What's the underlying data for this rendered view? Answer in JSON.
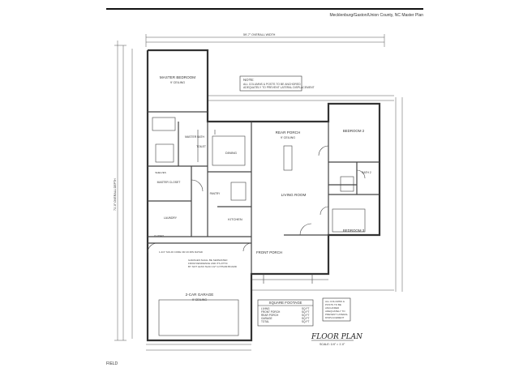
{
  "header": {
    "title": "Mecklenburg/Gaston/Union County, NC Master Plan"
  },
  "footer": {
    "code": "FIELD"
  },
  "watermark": "",
  "plan": {
    "overall_width": "59'-7\" OVERALL WIDTH",
    "overall_depth": "71'-0\" OVERALL DEPTH",
    "rooms": {
      "master_bedroom": "MASTER BEDROOM",
      "master_bedroom_ceiling": "9' CEILING",
      "master_bath": "MASTER BATH",
      "master_closet": "MASTER CLOSET",
      "toilet": "TOILET",
      "dining": "DINING",
      "kitchen": "KITCHEN",
      "rear_porch": "REAR PORCH",
      "rear_porch_ceiling": "9' CEILING",
      "living_room": "LIVING ROOM",
      "bedroom_2": "BEDROOM 2",
      "bedroom_3": "BEDROOM 3",
      "bath_2": "BATH 2",
      "laundry": "LAUNDRY",
      "front_porch": "FRONT PORCH",
      "garage": "2-CAR GARAGE",
      "garage_ceiling": "9' CEILING",
      "pantry": "PANTRY",
      "shelves": "SHELVES",
      "closet": "CLOSET"
    },
    "notes": {
      "top": "NOTE:",
      "top_line1": "ALL COLUMNS & POSTS TO BE ANCHORED",
      "top_line2": "ADEQUATELY TO PREVENT LATERAL DISPLACEMENT",
      "garage_sep": "GARAGES SHALL BE SEPARATED",
      "garage_sep2": "FROM RESIDENCE AND ITS ATTIC",
      "garage_sep3": "BY NOT LESS THAN 1/2\" GYPSUM BOARD",
      "door": "1-3/4\" SOLID CORE OR 20 MIN RATED",
      "right_note1": "ALL COLUMNS &",
      "right_note2": "POSTS TO BE",
      "right_note3": "ANCHORED",
      "right_note4": "ADEQUATELY TO",
      "right_note5": "PREVENT LATERAL",
      "right_note6": "DISPLACEMENT"
    },
    "square_footage": {
      "title": "SQUARE FOOTAGE",
      "rows": [
        {
          "label": "LIVING",
          "value": "",
          "unit": "SQ FT"
        },
        {
          "label": "FRONT PORCH",
          "value": "",
          "unit": "SQ FT"
        },
        {
          "label": "REAR PORCH",
          "value": "",
          "unit": "SQ FT"
        },
        {
          "label": "GARAGE",
          "value": "",
          "unit": "SQ FT"
        },
        {
          "label": "TOTAL",
          "value": "",
          "unit": "SQ FT"
        }
      ]
    },
    "floor_plan_title": "FLOOR PLAN",
    "scale": "SCALE: 1/4\" = 1'-0\""
  }
}
